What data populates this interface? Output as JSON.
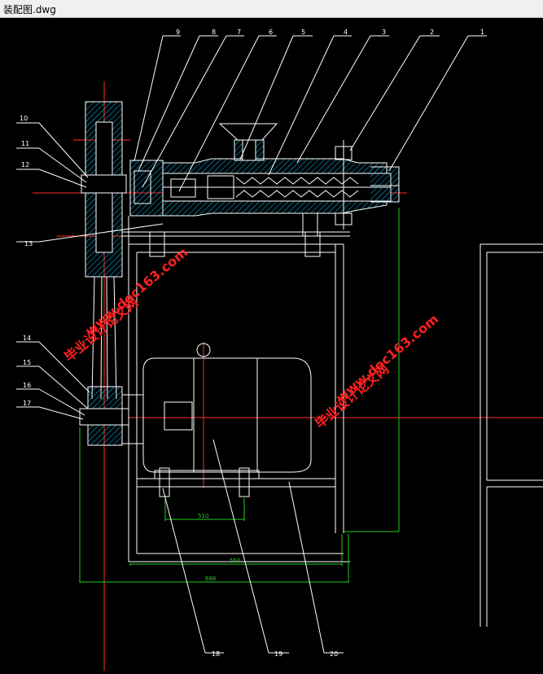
{
  "window": {
    "title": "装配图.dwg"
  },
  "balloons": [
    "9",
    "8",
    "7",
    "6",
    "5",
    "4",
    "3",
    "2",
    "1",
    "10",
    "11",
    "12",
    "13",
    "14",
    "15",
    "16",
    "17",
    "18",
    "19",
    "20"
  ],
  "dimensions": {
    "d1": "510",
    "d2": "550",
    "d3": "686"
  },
  "watermark": {
    "text1": "毕业设计论文网",
    "text2": "www.doc163.com"
  },
  "colors": {
    "line": "#ffffff",
    "center": "#ff2a2a",
    "dimension": "#22cc22",
    "hatch": "#00c8ff",
    "watermark": "#ff2020"
  }
}
